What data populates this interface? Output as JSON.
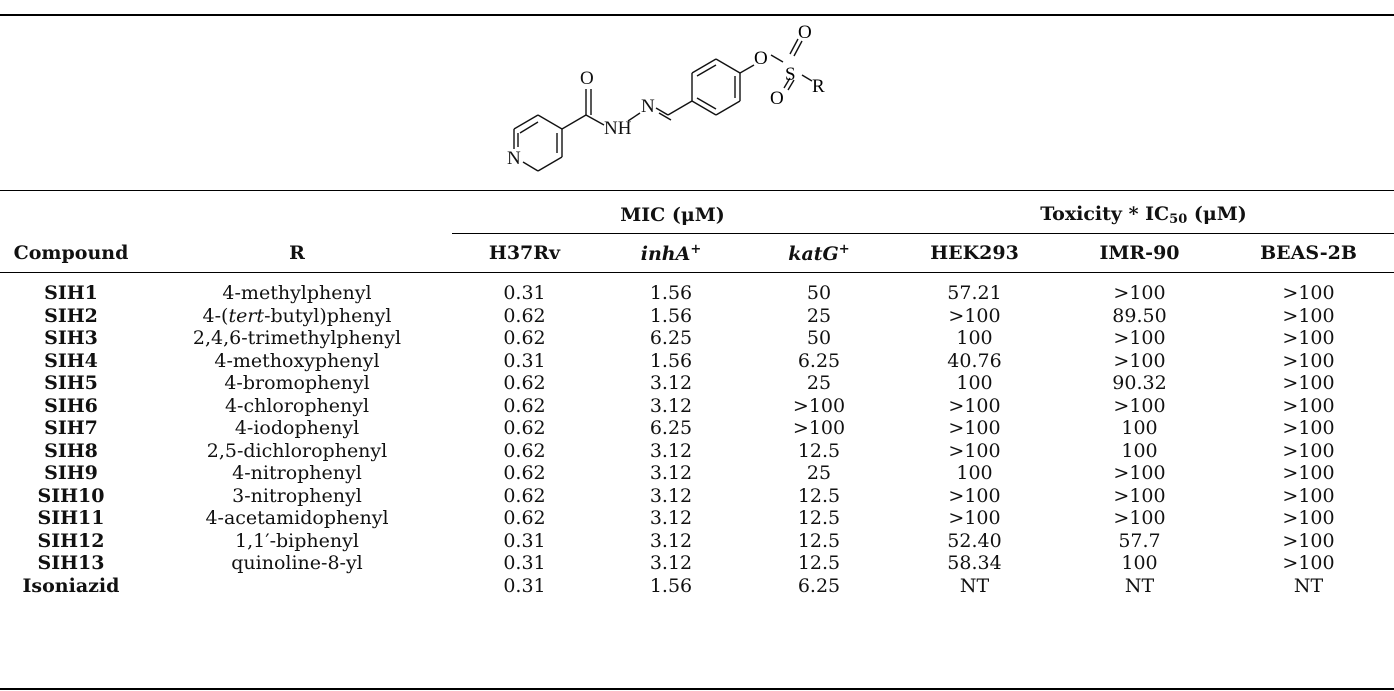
{
  "structure": {
    "atoms": {
      "carbonyl_o": "O",
      "nh": "NH",
      "n_imine": "N",
      "pyridine_n": "N",
      "ester_o": "O",
      "sulfur": "S",
      "s_o_top": "O",
      "s_o_bottom": "O",
      "r_group": "R"
    }
  },
  "table": {
    "group_headers": {
      "mic": "MIC (μM)",
      "tox_prefix": "Toxicity * IC",
      "tox_sub": "50",
      "tox_suffix": " (μM)"
    },
    "columns": {
      "compound": "Compound",
      "r": "R",
      "h37rv": "H37Rv",
      "inha": "inhA",
      "inha_sup": "+",
      "katg": "katG",
      "katg_sup": "+",
      "hek293": "HEK293",
      "imr90": "IMR-90",
      "beas2b": "BEAS-2B"
    },
    "rows": [
      {
        "compound": "SIH1",
        "r": "4-methylphenyl",
        "h37rv": "0.31",
        "inha": "1.56",
        "katg": "50",
        "hek293": "57.21",
        "imr90": ">100",
        "beas2b": ">100"
      },
      {
        "compound": "SIH2",
        "r_pre": "4-(",
        "r_it": "tert",
        "r_post": "-butyl)phenyl",
        "h37rv": "0.62",
        "inha": "1.56",
        "katg": "25",
        "hek293": ">100",
        "imr90": "89.50",
        "beas2b": ">100"
      },
      {
        "compound": "SIH3",
        "r": "2,4,6-trimethylphenyl",
        "h37rv": "0.62",
        "inha": "6.25",
        "katg": "50",
        "hek293": "100",
        "imr90": ">100",
        "beas2b": ">100"
      },
      {
        "compound": "SIH4",
        "r": "4-methoxyphenyl",
        "h37rv": "0.31",
        "inha": "1.56",
        "katg": "6.25",
        "hek293": "40.76",
        "imr90": ">100",
        "beas2b": ">100"
      },
      {
        "compound": "SIH5",
        "r": "4-bromophenyl",
        "h37rv": "0.62",
        "inha": "3.12",
        "katg": "25",
        "hek293": "100",
        "imr90": "90.32",
        "beas2b": ">100"
      },
      {
        "compound": "SIH6",
        "r": "4-chlorophenyl",
        "h37rv": "0.62",
        "inha": "3.12",
        "katg": ">100",
        "hek293": ">100",
        "imr90": ">100",
        "beas2b": ">100"
      },
      {
        "compound": "SIH7",
        "r": "4-iodophenyl",
        "h37rv": "0.62",
        "inha": "6.25",
        "katg": ">100",
        "hek293": ">100",
        "imr90": "100",
        "beas2b": ">100"
      },
      {
        "compound": "SIH8",
        "r": "2,5-dichlorophenyl",
        "h37rv": "0.62",
        "inha": "3.12",
        "katg": "12.5",
        "hek293": ">100",
        "imr90": "100",
        "beas2b": ">100"
      },
      {
        "compound": "SIH9",
        "r": "4-nitrophenyl",
        "h37rv": "0.62",
        "inha": "3.12",
        "katg": "25",
        "hek293": "100",
        "imr90": ">100",
        "beas2b": ">100"
      },
      {
        "compound": "SIH10",
        "r": "3-nitrophenyl",
        "h37rv": "0.62",
        "inha": "3.12",
        "katg": "12.5",
        "hek293": ">100",
        "imr90": ">100",
        "beas2b": ">100"
      },
      {
        "compound": "SIH11",
        "r": "4-acetamidophenyl",
        "h37rv": "0.62",
        "inha": "3.12",
        "katg": "12.5",
        "hek293": ">100",
        "imr90": ">100",
        "beas2b": ">100"
      },
      {
        "compound": "SIH12",
        "r": "1,1′-biphenyl",
        "h37rv": "0.31",
        "inha": "3.12",
        "katg": "12.5",
        "hek293": "52.40",
        "imr90": "57.7",
        "beas2b": ">100"
      },
      {
        "compound": "SIH13",
        "r": "quinoline-8-yl",
        "h37rv": "0.31",
        "inha": "3.12",
        "katg": "12.5",
        "hek293": "58.34",
        "imr90": "100",
        "beas2b": ">100"
      },
      {
        "compound": "Isoniazid",
        "r": "",
        "h37rv": "0.31",
        "inha": "1.56",
        "katg": "6.25",
        "hek293": "NT",
        "imr90": "NT",
        "beas2b": "NT"
      }
    ]
  }
}
